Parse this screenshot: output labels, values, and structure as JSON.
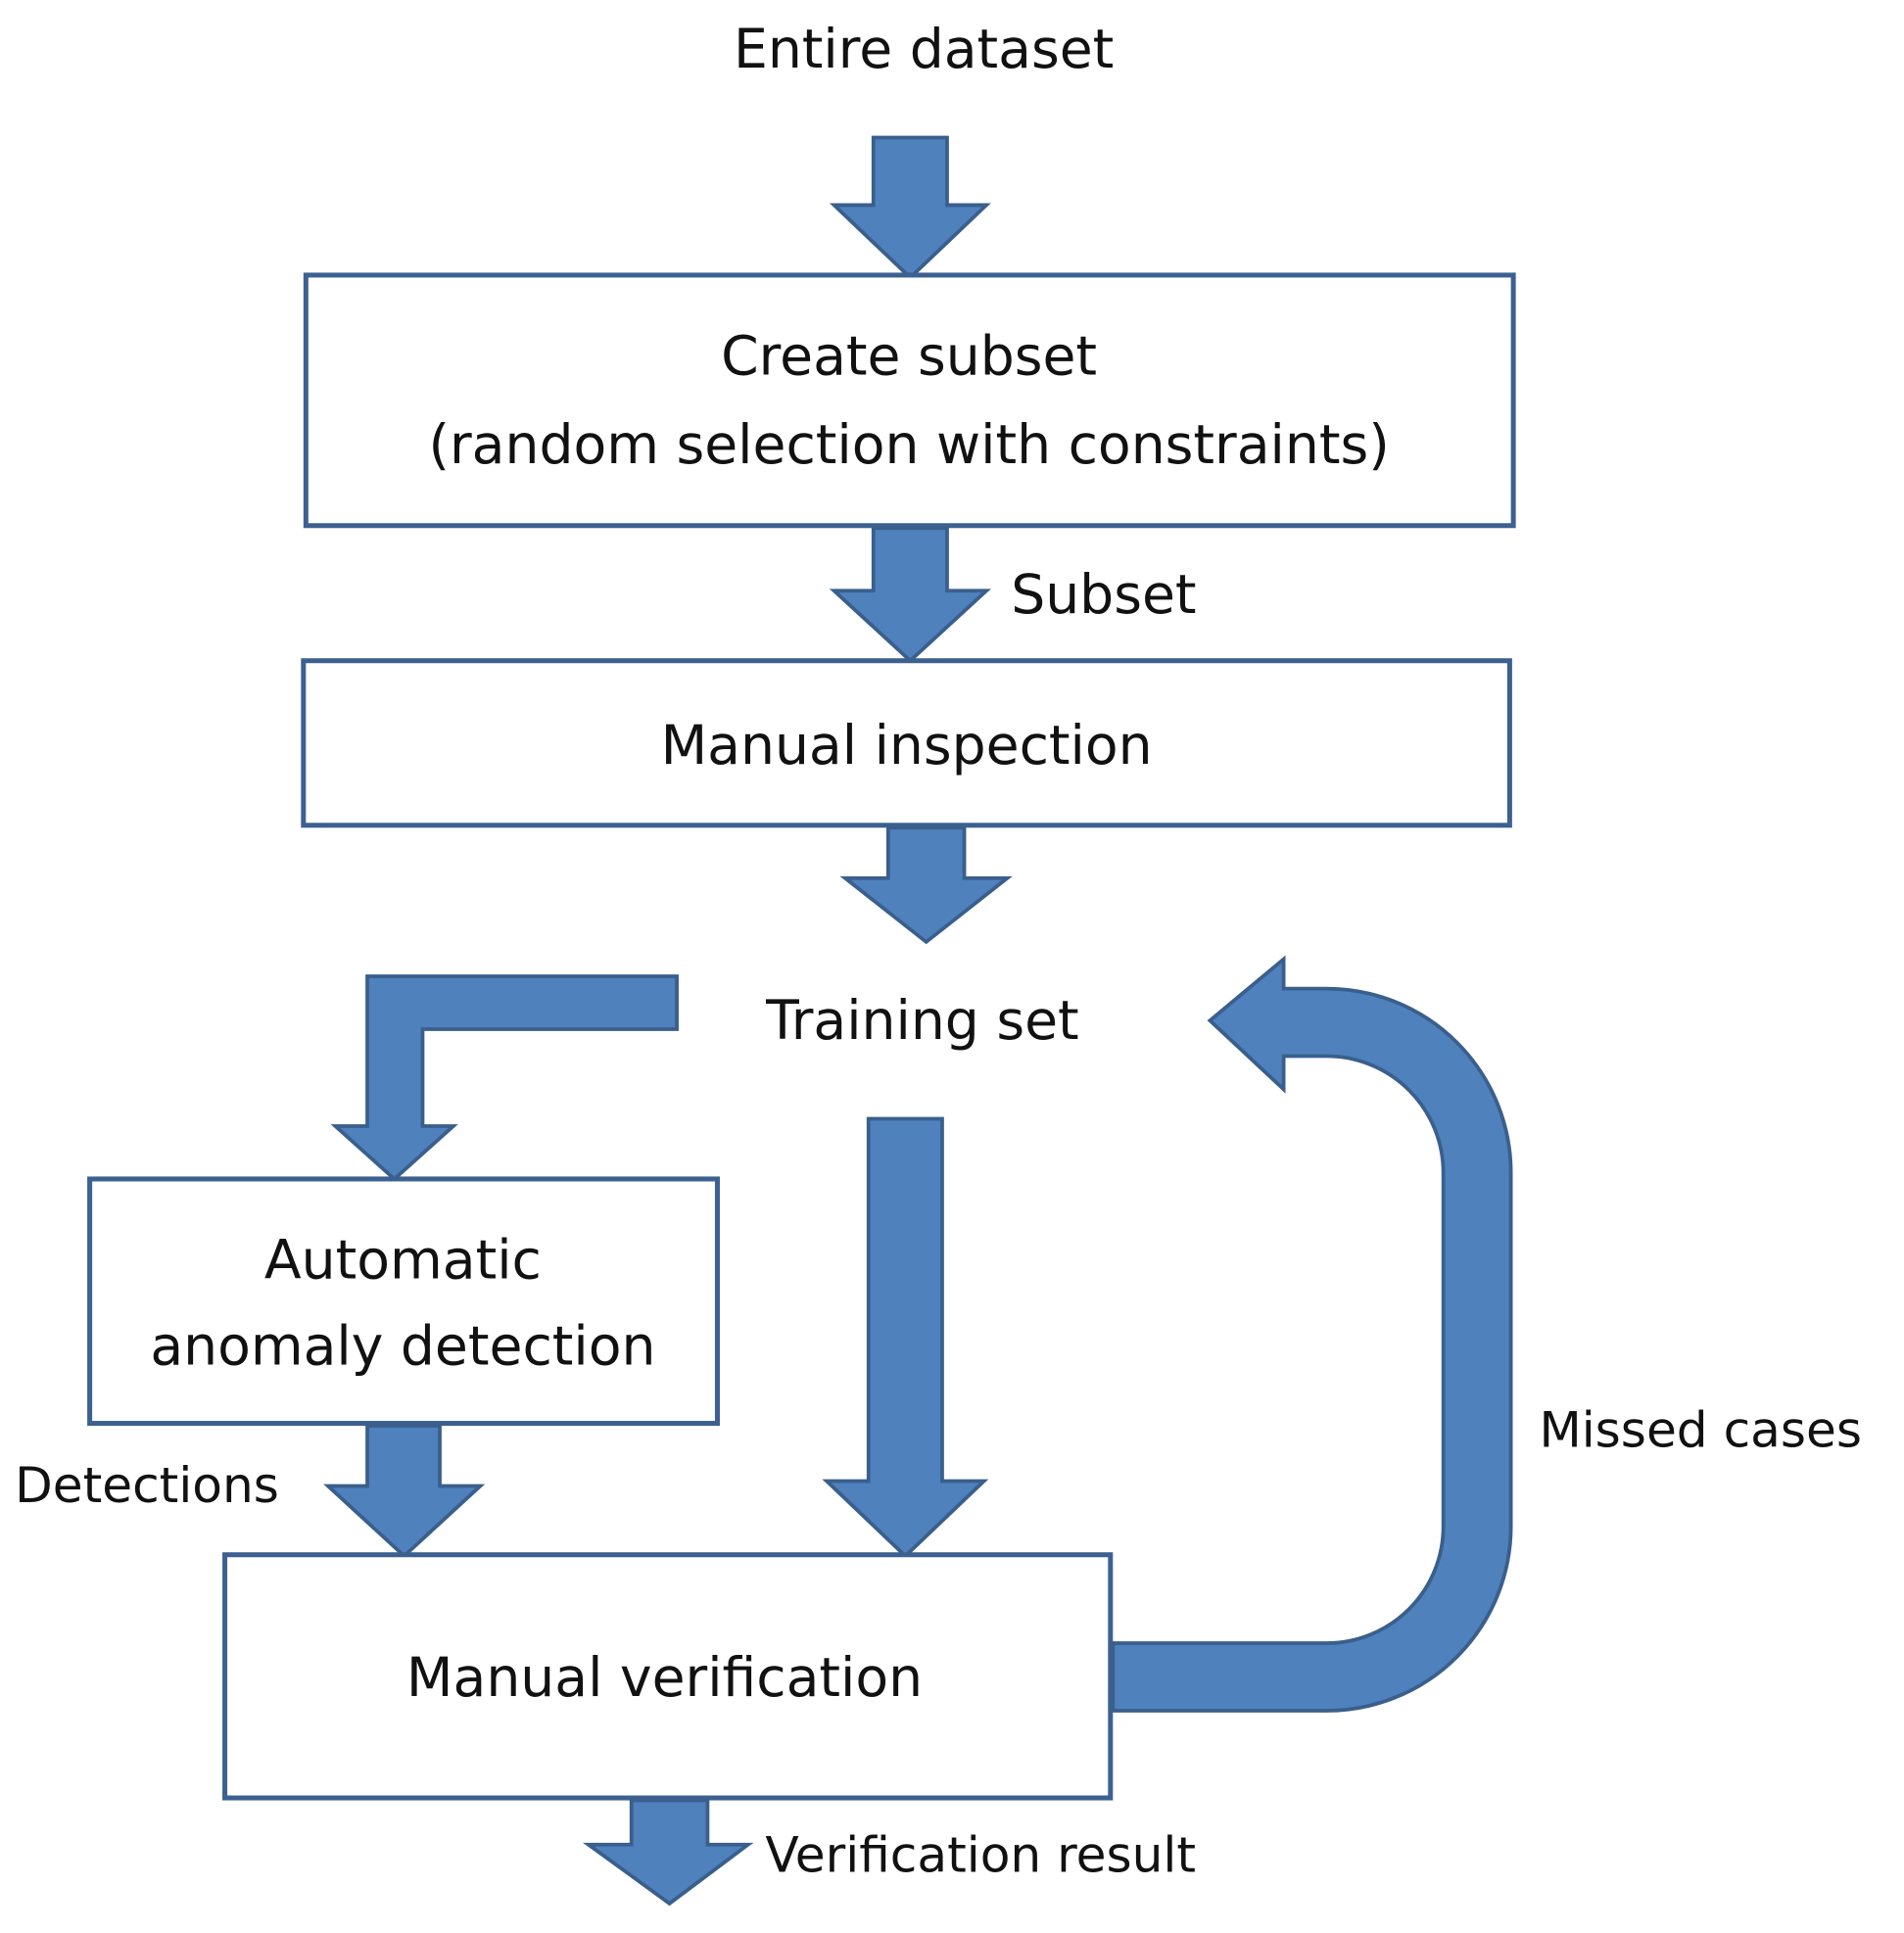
{
  "diagram": {
    "type": "flowchart",
    "colors": {
      "arrow_fill": "#4F81BD",
      "arrow_stroke": "#3A5F8C",
      "box_stroke": "#3C6090",
      "text": "#111111",
      "background": "#FFFFFF"
    },
    "nodes": {
      "entire_dataset": "Entire dataset",
      "create_subset_line1": "Create subset",
      "create_subset_line2": "(random selection with constraints)",
      "manual_inspection": "Manual inspection",
      "training_set": "Training set",
      "automatic_line1": "Automatic",
      "automatic_line2": "anomaly detection",
      "manual_verification": "Manual verification"
    },
    "edge_labels": {
      "subset": "Subset",
      "detections": "Detections",
      "missed_cases": "Missed cases",
      "verification_result": "Verification result"
    },
    "edges": [
      {
        "from": "Entire dataset",
        "to": "Create subset"
      },
      {
        "from": "Create subset",
        "to": "Manual inspection",
        "label": "Subset"
      },
      {
        "from": "Manual inspection",
        "to": "Training set"
      },
      {
        "from": "Training set",
        "to": "Automatic anomaly detection"
      },
      {
        "from": "Training set",
        "to": "Manual verification"
      },
      {
        "from": "Automatic anomaly detection",
        "to": "Manual verification",
        "label": "Detections"
      },
      {
        "from": "Manual verification",
        "to": "Training set",
        "label": "Missed cases"
      },
      {
        "from": "Manual verification",
        "to": "output",
        "label": "Verification result"
      }
    ]
  }
}
